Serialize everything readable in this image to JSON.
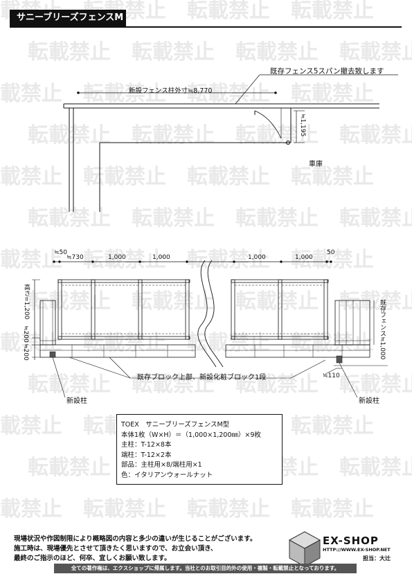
{
  "header": {
    "title": "サニーブリーズフェンスM型"
  },
  "watermark": {
    "text": "転載禁止"
  },
  "plan": {
    "span_dim_label": "新設フェンス柱外寸≒8,770",
    "remove_note": "既存フェンス5スパン撤去致します",
    "height_dim_label": "≒1,195",
    "garage_label": "車庫"
  },
  "elevation": {
    "dim_left_50": "≒50",
    "dim_730": "≒730",
    "dim_1000_a": "1,000",
    "dim_1000_b": "1,000",
    "dim_1000_c": "1,000",
    "dim_1000_d": "1,000",
    "dim_right_50": "50",
    "height_label": "高さ=1,200",
    "left_vert_200_top": "≒200",
    "left_vert_200_bottom": "≒200",
    "existing_fence_label": "既存フェンス≒1,000",
    "block_note": "既存ブロック上部、新設化粧ブロック1段",
    "dim_110": "≒110",
    "new_post_left": "新設柱",
    "new_post_right": "新設柱"
  },
  "spec": {
    "line1": "TOEX　サニーブリーズフェンスM型",
    "line2": "本体1枚（W×H）＝（1,000×1,200㎜）×9枚",
    "line3": "主柱：T-12×8本",
    "line4": "端柱：T-12×2本",
    "line5": "部品：主柱用×8/端柱用×1",
    "line6": "色：イタリアンウォールナット"
  },
  "footer": {
    "notice1": "現場状況や作図制限により概略図の内容と多少の違いが生じることがございます。",
    "notice2": "施工時は、現場優先とさせて頂きたく思いますので、お立会い頂き、",
    "notice3": "最終のご指示のほど、何卒、宜しくお願い致します。",
    "copyright": "全ての著作権は、エクスショップに帰属します。当社とのお取引目的外の使用・複製・転載禁止となっております。",
    "logo": "EX-SHOP",
    "logo_url": "HTTP://WWW.EX-SHOP.NET",
    "person": "担当：大辻"
  }
}
